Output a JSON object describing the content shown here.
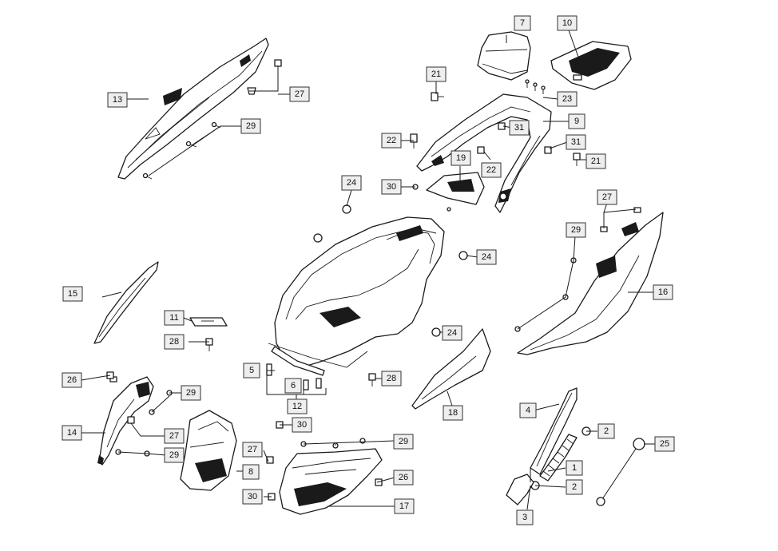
{
  "callouts": {
    "c1": "1",
    "c2a": "2",
    "c2b": "2",
    "c3": "3",
    "c4": "4",
    "c5": "5",
    "c6": "6",
    "c7": "7",
    "c8": "8",
    "c9": "9",
    "c10": "10",
    "c11": "11",
    "c12": "12",
    "c13": "13",
    "c14": "14",
    "c15": "15",
    "c16": "16",
    "c17": "17",
    "c18": "18",
    "c19": "19",
    "c21a": "21",
    "c21b": "21",
    "c22a": "22",
    "c22b": "22",
    "c23": "23",
    "c24a": "24",
    "c24b": "24",
    "c24c": "24",
    "c25": "25",
    "c26a": "26",
    "c26b": "26",
    "c27a": "27",
    "c27b": "27",
    "c27c": "27",
    "c27d": "27",
    "c28a": "28",
    "c28b": "28",
    "c29a": "29",
    "c29b": "29",
    "c29c": "29",
    "c29d": "29",
    "c29e": "29",
    "c30a": "30",
    "c30b": "30",
    "c30c": "30",
    "c31a": "31",
    "c31b": "31"
  }
}
